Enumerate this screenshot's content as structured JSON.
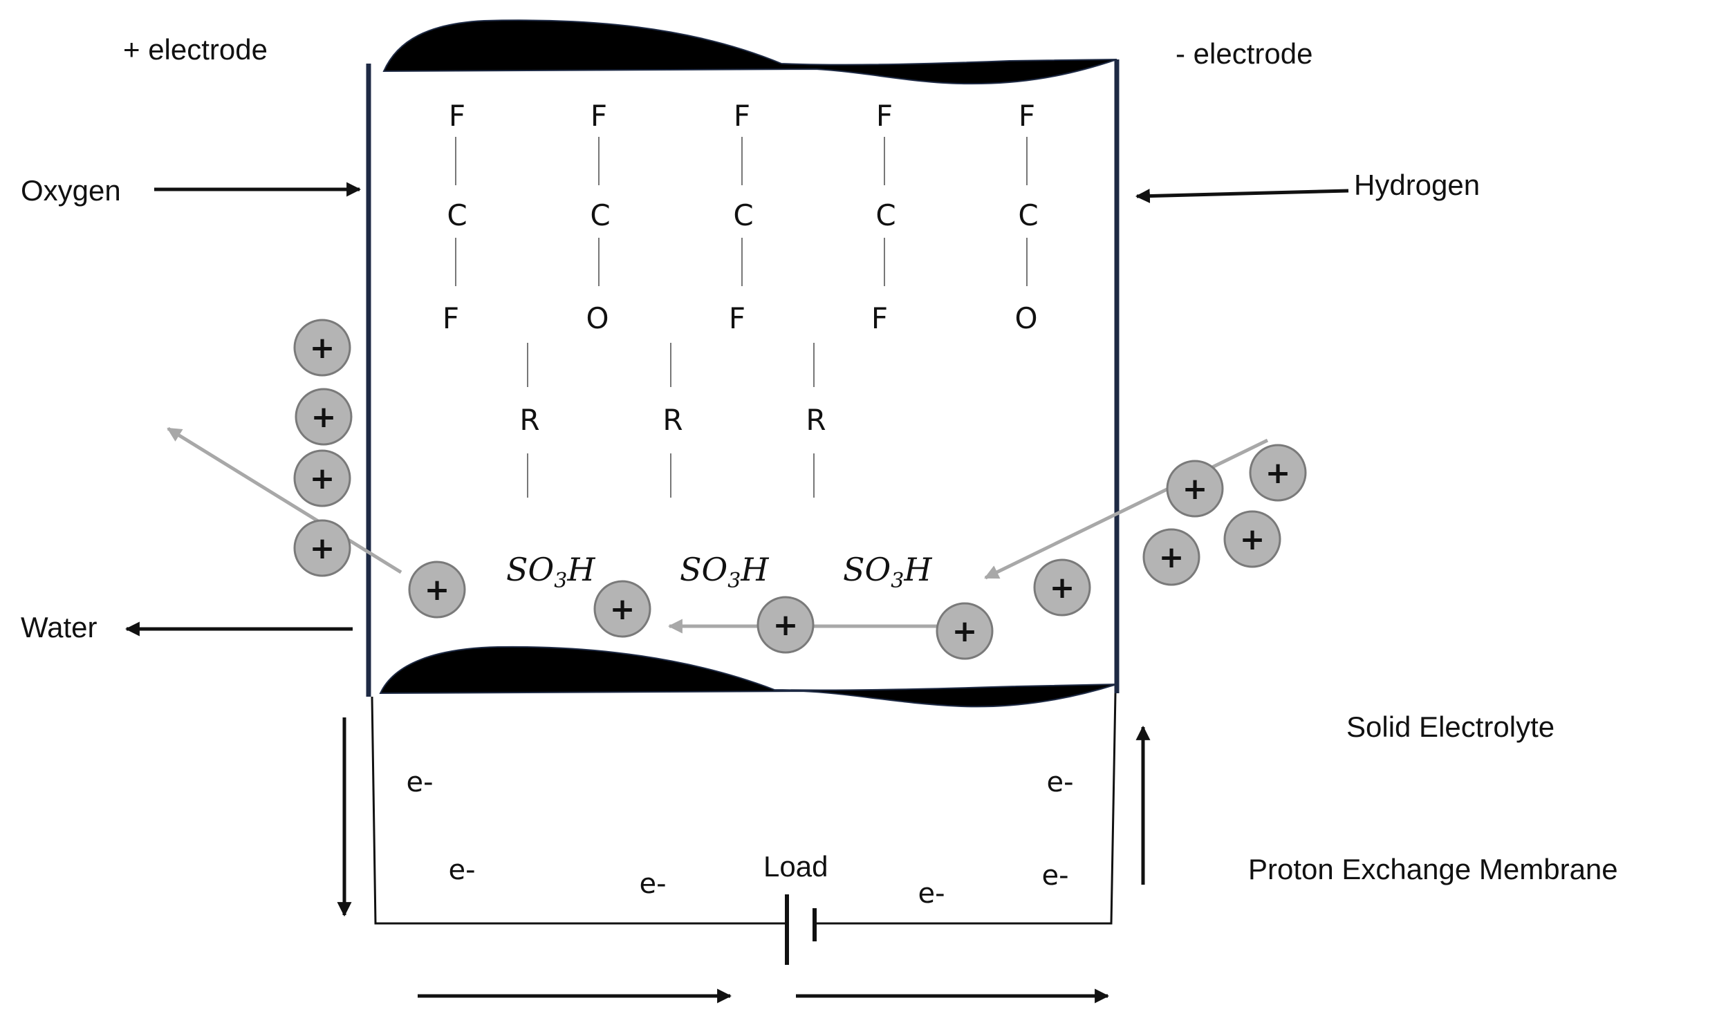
{
  "labels": {
    "positive_electrode": "+ electrode",
    "negative_electrode": "- electrode",
    "oxygen": "Oxygen",
    "hydrogen": "Hydrogen",
    "water": "Water",
    "solid_electrolyte": "Solid Electrolyte",
    "proton_exchange_membrane": "Proton Exchange Membrane",
    "load": "Load"
  },
  "polymer": {
    "columns": [
      {
        "top": "F",
        "middle": "C",
        "bottom": "F"
      },
      {
        "top": "F",
        "middle": "C",
        "bottom": "O"
      },
      {
        "top": "F",
        "middle": "C",
        "bottom": "F"
      },
      {
        "top": "F",
        "middle": "C",
        "bottom": "F"
      },
      {
        "top": "F",
        "middle": "C",
        "bottom": "O"
      }
    ],
    "side_groups": [
      "R",
      "R",
      "R"
    ],
    "acid_groups": [
      {
        "base": "SO",
        "subscript": "3",
        "tail": "H"
      },
      {
        "base": "SO",
        "subscript": "3",
        "tail": "H"
      },
      {
        "base": "SO",
        "subscript": "3",
        "tail": "H"
      }
    ]
  },
  "proton_symbol": "+",
  "electron_label": "e-",
  "colors": {
    "ink": "#111111",
    "electrode_fill": "#000000",
    "electrode_edge": "#1e2a44",
    "proton_fill": "#b4b4b4",
    "proton_stroke": "#7a7a7a",
    "flow_arrow": "#a8a8a8"
  }
}
